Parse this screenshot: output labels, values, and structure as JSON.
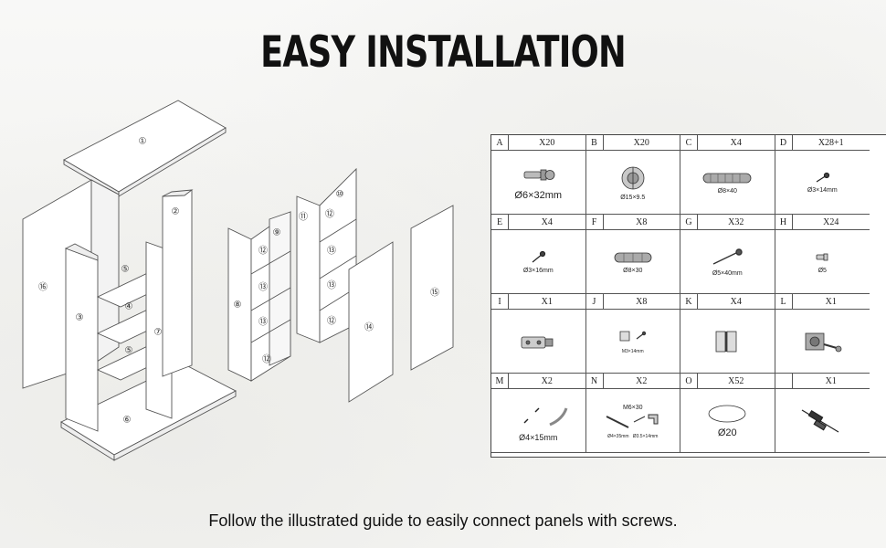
{
  "title": "EASY INSTALLATION",
  "caption": "Follow the illustrated guide to easily connect panels with screws.",
  "diagram": {
    "panel_labels": [
      "①",
      "②",
      "③",
      "④",
      "⑤",
      "⑤",
      "⑥",
      "⑦",
      "⑧",
      "⑨",
      "⑩",
      "⑪",
      "⑫",
      "⑬",
      "⑬",
      "⑫",
      "⑫",
      "⑬",
      "⑬",
      "⑫",
      "⑭",
      "⑮",
      "⑯"
    ]
  },
  "parts": [
    {
      "letter": "A",
      "qty": "X20",
      "spec": "Ø6×32mm",
      "icon": "cam-bolt-icon"
    },
    {
      "letter": "B",
      "qty": "X20",
      "spec": "Ø15×9.5",
      "icon": "cam-lock-icon"
    },
    {
      "letter": "C",
      "qty": "X4",
      "spec": "Ø8×40",
      "icon": "wooden-dowel-icon"
    },
    {
      "letter": "D",
      "qty": "X28+1",
      "spec": "Ø3×14mm",
      "icon": "small-screw-icon"
    },
    {
      "letter": "E",
      "qty": "X4",
      "spec": "Ø3×16mm",
      "icon": "screw-icon"
    },
    {
      "letter": "F",
      "qty": "X8",
      "spec": "Ø8×30",
      "icon": "short-dowel-icon"
    },
    {
      "letter": "G",
      "qty": "X32",
      "spec": "Ø5×40mm",
      "icon": "long-screw-icon"
    },
    {
      "letter": "H",
      "qty": "X24",
      "spec": "Ø5",
      "icon": "shelf-pin-icon"
    },
    {
      "letter": "I",
      "qty": "X1",
      "spec": "",
      "icon": "door-latch-icon"
    },
    {
      "letter": "J",
      "qty": "X8",
      "spec": "M3×14mm",
      "icon": "bracket-screw-icon"
    },
    {
      "letter": "K",
      "qty": "X4",
      "spec": "",
      "icon": "hinge-icon"
    },
    {
      "letter": "L",
      "qty": "X1",
      "spec": "",
      "icon": "lock-key-icon"
    },
    {
      "letter": "M",
      "qty": "X2",
      "spec": "Ø4×15mm",
      "icon": "hook-screw-icon"
    },
    {
      "letter": "N",
      "qty": "X2",
      "spec": "M6×30",
      "spec2": "Ø4×35mm",
      "spec3": "Ø3.5×14mm",
      "icon": "wall-anchor-kit-icon"
    },
    {
      "letter": "O",
      "qty": "X52",
      "spec": "Ø20",
      "icon": "cover-cap-icon"
    },
    {
      "letter": "",
      "qty": "X1",
      "spec": "",
      "icon": "screwdriver-icon"
    }
  ]
}
